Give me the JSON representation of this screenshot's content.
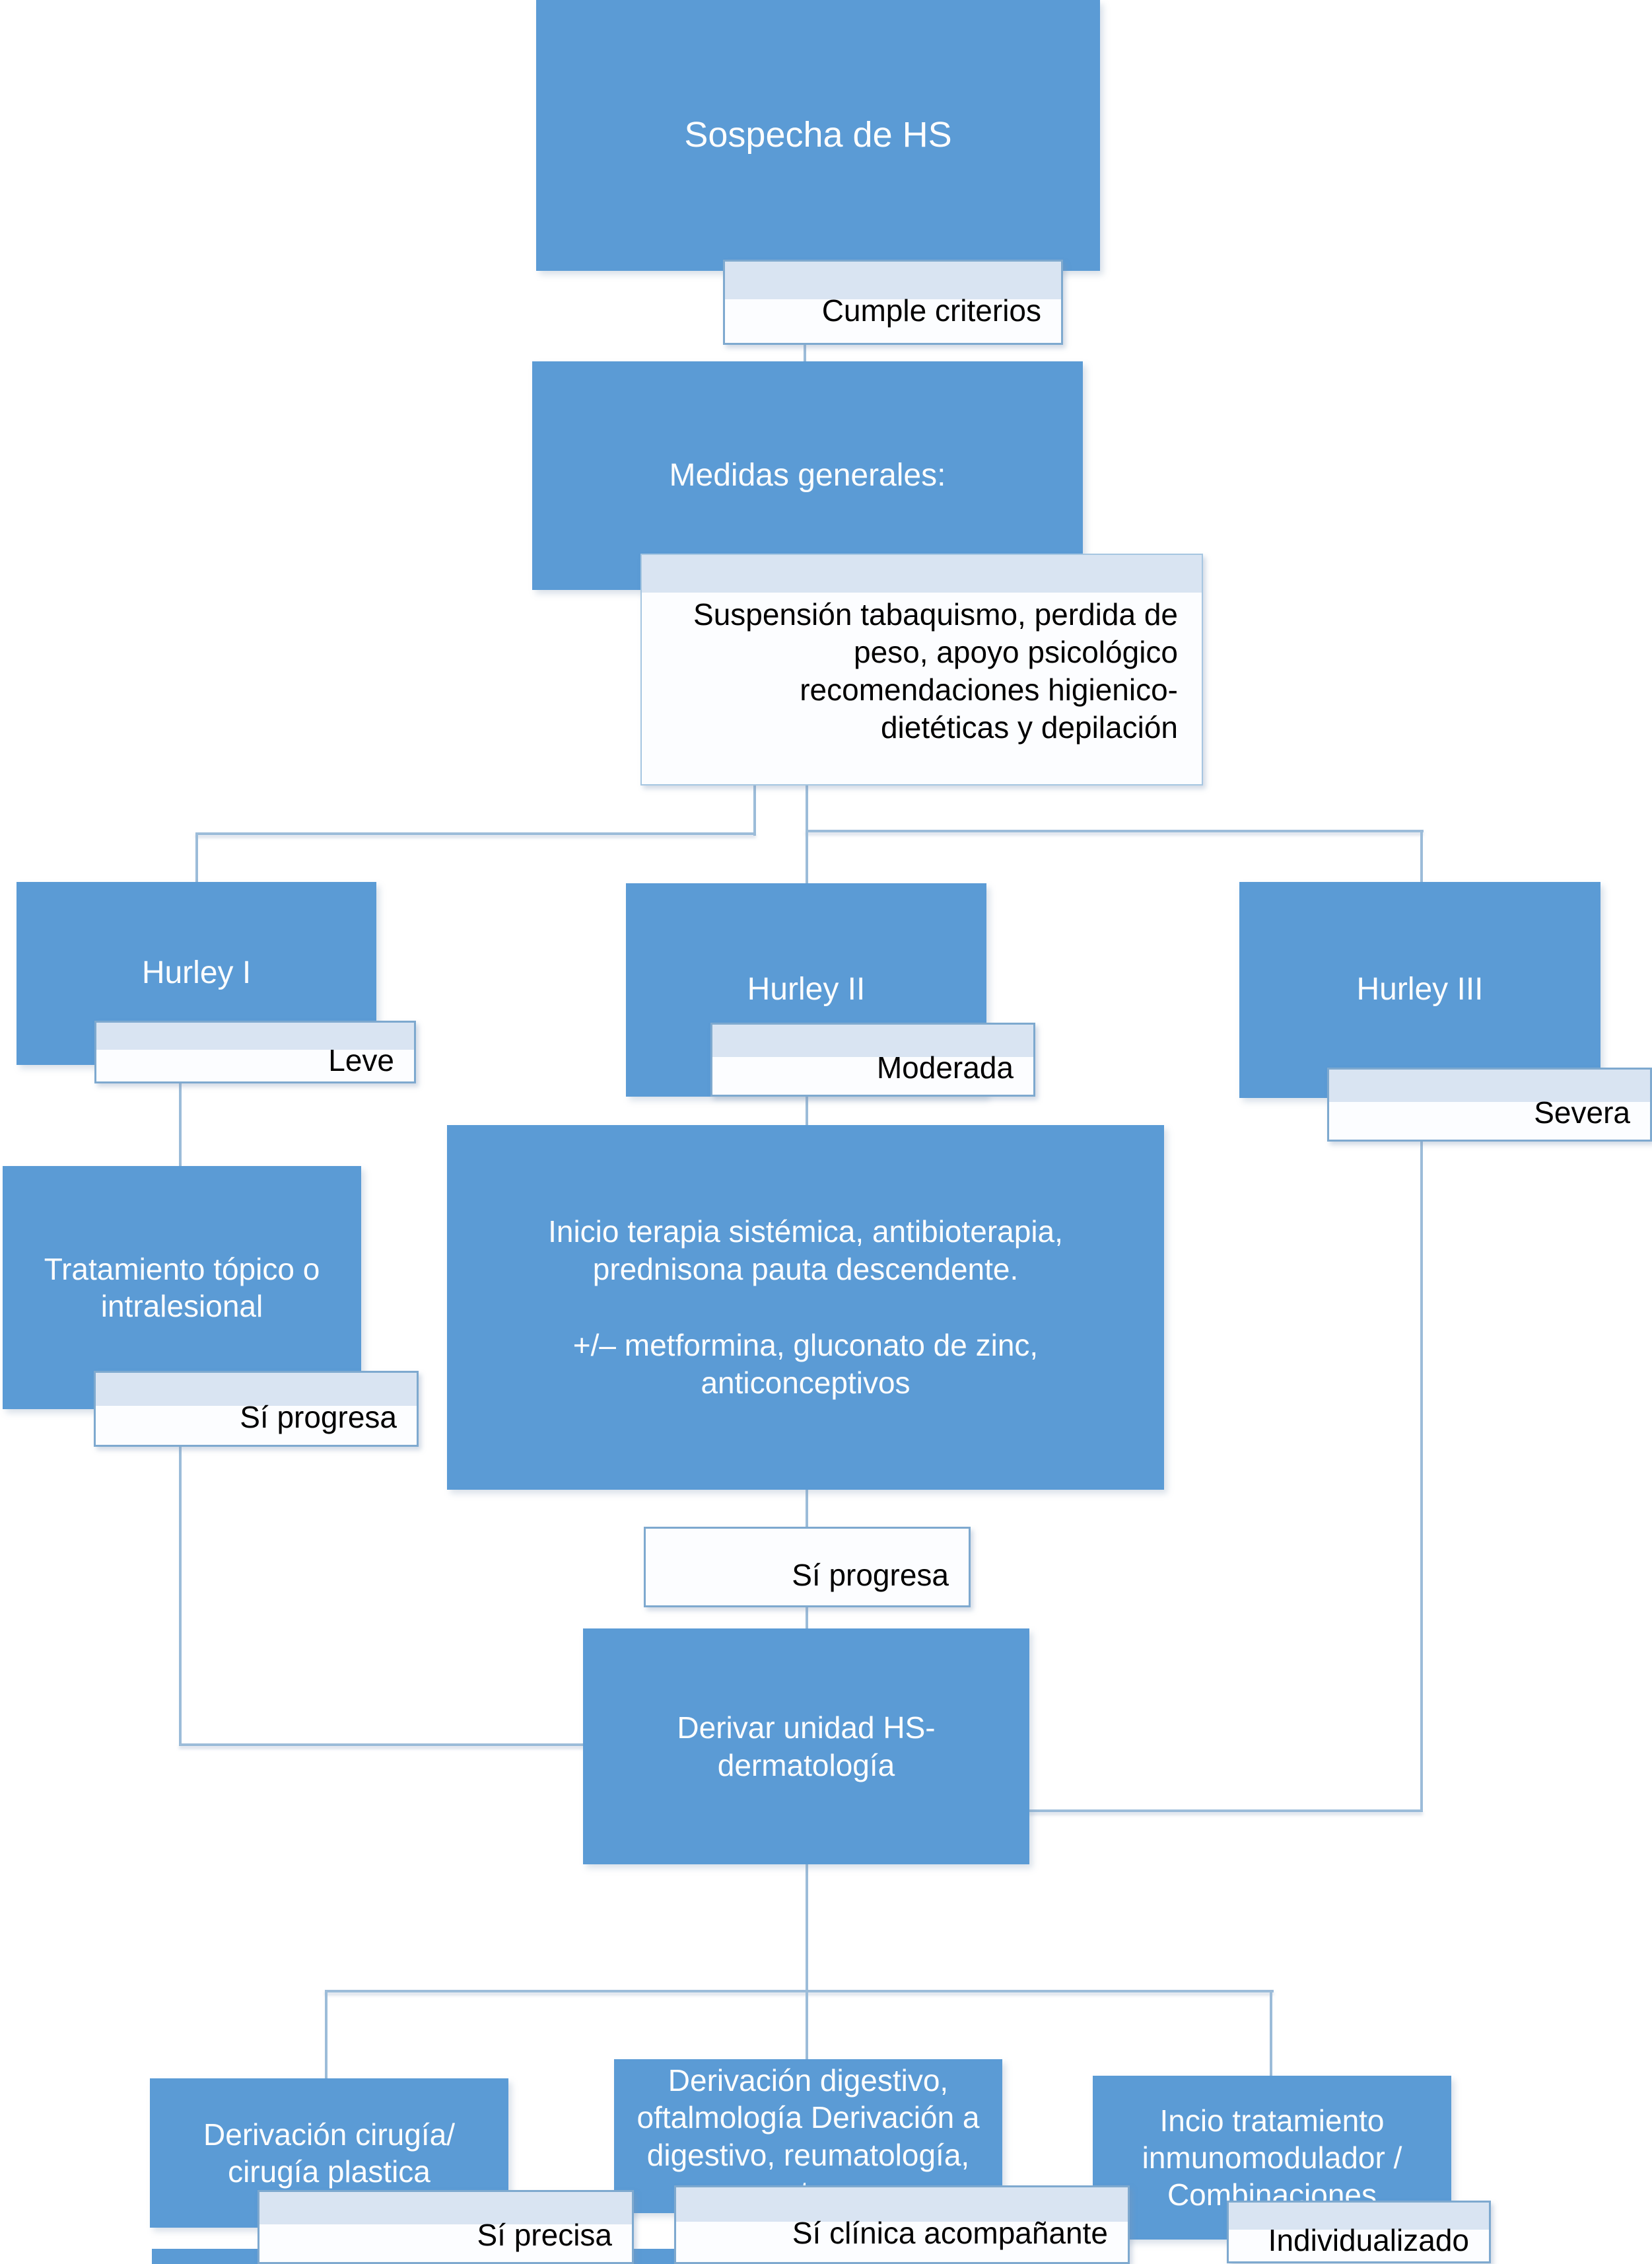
{
  "colors": {
    "box_blue": "#5b9bd5",
    "band_light_blue": "#d9e4f2",
    "label_background": "#fcfdff",
    "label_border_blue": "#7ea9cf",
    "connector_blue": "#9cbcd9",
    "text_dark": "#000000",
    "text_light": "#fdfdfd"
  },
  "nodes": {
    "sospecha": {
      "text": "Sospecha de HS"
    },
    "medidas": {
      "text": "Medidas generales:"
    },
    "suspension": {
      "text": "Suspensión tabaquismo, perdida de\npeso, apoyo psicológico\nrecomendaciones higienico-\ndietéticas y depilación"
    },
    "hurley_i": {
      "text": "Hurley I"
    },
    "hurley_ii": {
      "text": "Hurley II"
    },
    "hurley_iii": {
      "text": "Hurley III"
    },
    "tratamiento": {
      "text": "Tratamiento tópico o\nintralesional"
    },
    "inicio_terapia": {
      "text": "Inicio terapia sistémica, antibioterapia,\nprednisona pauta descendente.\n\n+/– metformina, gluconato de zinc,\nanticonceptivos"
    },
    "derivar": {
      "text": "Derivar unidad HS-\ndermatología"
    },
    "derivacion_cirugia": {
      "text": "Derivación cirugía/\ncirugía plastica"
    },
    "derivacion_digestivo": {
      "text": "Derivación digestivo,\noftalmología Derivación a\ndigestivo, reumatología,\netc."
    },
    "inicio_inmuno": {
      "text": "Incio tratamiento\ninmunomodulador /\nCombinaciones"
    }
  },
  "labels": {
    "cumple": {
      "text": "Cumple criterios"
    },
    "leve": {
      "text": "Leve"
    },
    "moderada": {
      "text": "Moderada"
    },
    "severa": {
      "text": "Severa"
    },
    "si_progresa_izq": {
      "text": "Sí progresa"
    },
    "si_progresa_centro": {
      "text": "Sí progresa"
    },
    "si_precisa": {
      "text": "Sí precisa"
    },
    "si_clinica": {
      "text": "Sí clínica acompañante"
    },
    "individualizado": {
      "text": "Individualizado"
    }
  }
}
